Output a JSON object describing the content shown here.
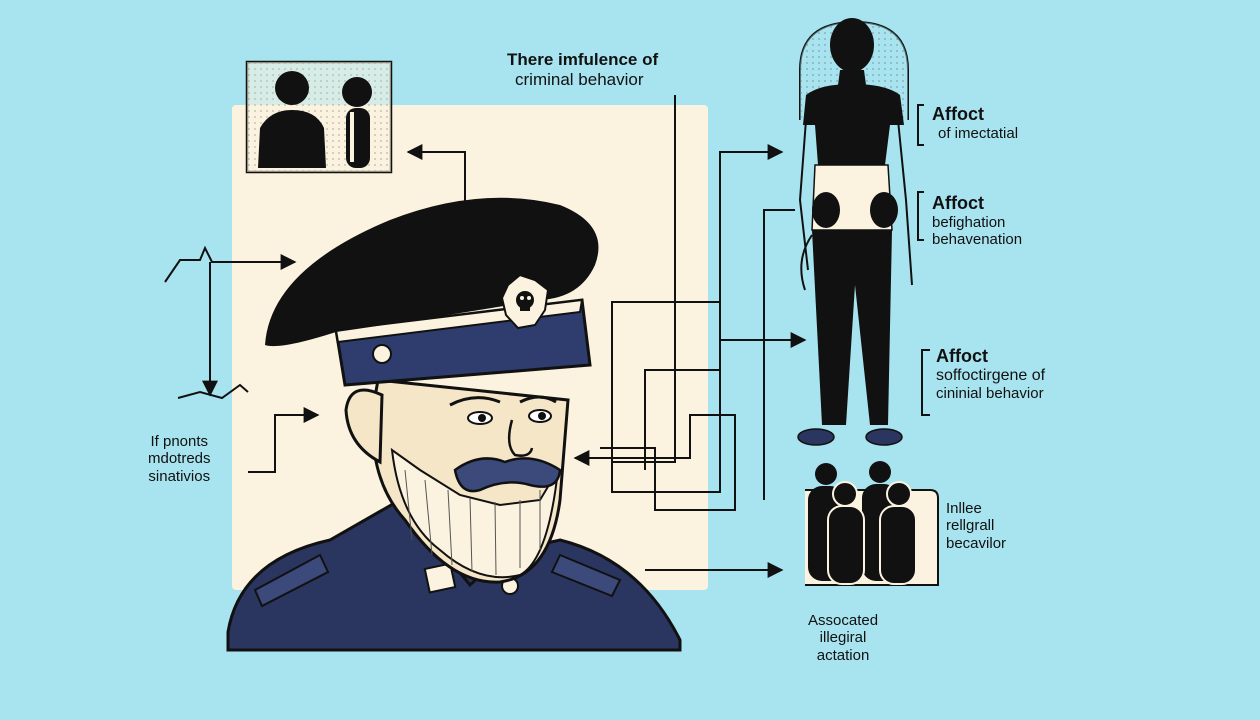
{
  "title": {
    "line1": "There imfulence of",
    "line2": "criminal behavior"
  },
  "labels": {
    "left": [
      "If pnonts",
      "mdotreds",
      "sinativios"
    ],
    "right_top": [
      "Affoct",
      "of imectatial"
    ],
    "right_second": [
      "Affoct",
      "befighation",
      "behavenation"
    ],
    "right_third": [
      "Affoct",
      "soffoctirgene of",
      "cininial behavior"
    ],
    "right_group": [
      "Inllee",
      "rellgrall",
      "becavilor"
    ],
    "bottom": [
      "Assocated",
      "illegiral",
      "actation"
    ]
  },
  "icons": {
    "person_card": "two-silhouettes-icon",
    "officer": "police-officer-illustration",
    "standing_person": "standing-person-silhouette",
    "group": "crowd-silhouettes-icon",
    "badge": "skull-badge-icon"
  },
  "colors": {
    "background": "#a8e4f0",
    "panel": "#fbf3df",
    "ink": "#111111",
    "uniform": "#2a3560",
    "hat_band": "#2f3d6e",
    "mustache": "#3b4a7a"
  }
}
